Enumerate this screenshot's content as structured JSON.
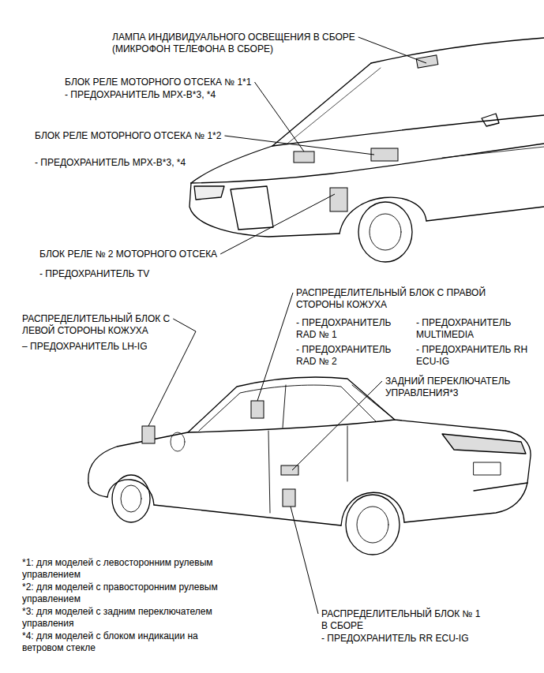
{
  "diagram": {
    "labels": [
      "ЛАМПА ИНДИВИДУАЛЬНОГО ОСВЕЩЕНИЯ В СБОРЕ",
      "(МИКРОФОН ТЕЛЕФОНА В СБОРЕ)",
      "БЛОК РЕЛЕ МОТОРНОГО ОТСЕКА № 1*1",
      "- ПРЕДОХРАНИТЕЛЬ MPX-B*3, *4",
      "БЛОК РЕЛЕ МОТОРНОГО ОТСЕКА № 1*2",
      "- ПРЕДОХРАНИТЕЛЬ MPX-B*3, *4",
      "БЛОК РЕЛЕ № 2 МОТОРНОГО ОТСЕКА",
      "- ПРЕДОХРАНИТЕЛЬ TV",
      "РАСПРЕДЕЛИТЕЛЬНЫЙ БЛОК С ЛЕВОЙ СТОРОНЫ КОЖУХА",
      "– ПРЕДОХРАНИТЕЛЬ LH-IG",
      "РАСПРЕДЕЛИТЕЛЬНЫЙ БЛОК С ПРАВОЙ СТОРОНЫ КОЖУХА",
      "- ПРЕДОХРАНИТЕЛЬ RAD № 1",
      "- ПРЕДОХРАНИТЕЛЬ MULTIMEDIA",
      "- ПРЕДОХРАНИТЕЛЬ RAD № 2",
      "- ПРЕДОХРАНИТЕЛЬ RH ECU-IG",
      "ЗАДНИЙ ПЕРЕКЛЮЧАТЕЛЬ УПРАВЛЕНИЯ*3",
      "*1: для моделей с левосторонним рулевым управлением",
      "*2: для моделей с правосторонним рулевым управлением",
      "*3: для моделей с задним переключателем управления",
      "*4: для моделей с блоком индикации на ветровом стекле",
      "РАСПРЕДЕЛИТЕЛЬНЫЙ БЛОК № 1 В СБОРЕ",
      "- ПРЕДОХРАНИТЕЛЬ RR ECU-IG"
    ]
  }
}
